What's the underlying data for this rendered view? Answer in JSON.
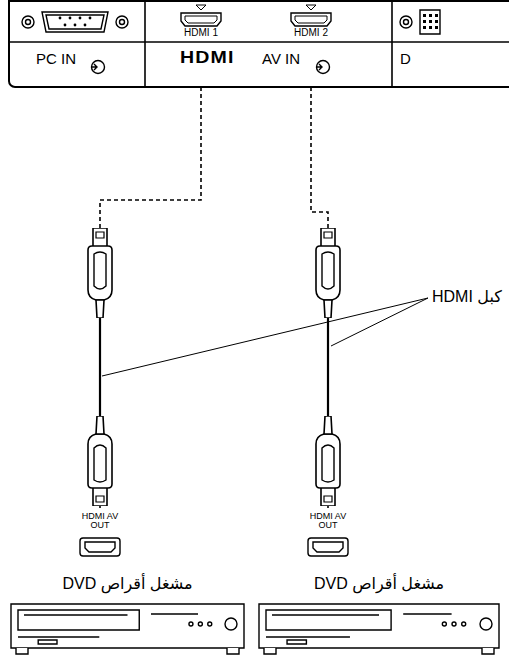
{
  "diagram": {
    "nodes": [
      {
        "text": [
          "PC IN",
          "HDMI",
          "AV IN",
          "D"
        ]
      },
      {
        "text": [
          "HDMI 1"
        ],
        "in": 0
      },
      {
        "text": [
          "HDMI 2"
        ],
        "in": 0
      },
      {
        "text": [
          "HDMI AV OUT",
          "مشغل أقراص DVD"
        ]
      },
      {
        "text": [
          "HDMI AV OUT",
          "مشغل أقراص DVD"
        ]
      }
    ],
    "edges": [
      {
        "from": 3,
        "to": 1,
        "arrow": "none"
      },
      {
        "from": 4,
        "to": 2,
        "arrow": "none"
      }
    ],
    "labels": [
      "كبل HDMI"
    ]
  }
}
